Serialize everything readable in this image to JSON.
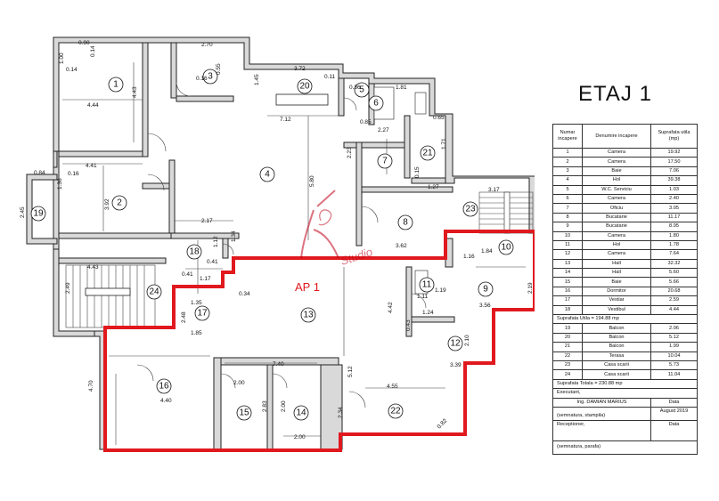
{
  "floor_title": "ETAJ 1",
  "apartment_label": "AP 1",
  "plan": {
    "room_numbers": [
      "1",
      "2",
      "3",
      "4",
      "5",
      "6",
      "7",
      "8",
      "9",
      "10",
      "11",
      "12",
      "13",
      "14",
      "15",
      "16",
      "17",
      "18",
      "19",
      "20",
      "21",
      "22",
      "23",
      "24"
    ],
    "dimensions": [
      "0.90",
      "2.70",
      "3.72",
      "1.81",
      "1.00",
      "0.14",
      "0.14",
      "4.43",
      "4.44",
      "0.16",
      "0.55",
      "0.11",
      "1.45",
      "0.36",
      "0.85",
      "2.27",
      "7.12",
      "0.65",
      "1.71",
      "4.41",
      "0.16",
      "0.84",
      "1.36",
      "2.45",
      "3.92",
      "2.23",
      "0.15",
      "1.27",
      "3.17",
      "5.80",
      "2.17",
      "1.12",
      "0.41",
      "1.34",
      "3.62",
      "1.16",
      "2.49",
      "0.41",
      "1.17",
      "0.34",
      "1.19",
      "1.84",
      "1.11",
      "1.24",
      "4.43",
      "2.48",
      "1.35",
      "1.85",
      "4.42",
      "3.56",
      "2.19",
      "0.43",
      "2.10",
      "7.40",
      "3.39",
      "5.12",
      "4.70",
      "4.40",
      "2.00",
      "2.83",
      "2.00",
      "2.34",
      "4.55",
      "2.00",
      "0.82"
    ]
  },
  "legend": {
    "headers": [
      "Numar incapere",
      "Denumire incapere",
      "Suprafata utila (mp)"
    ],
    "rooms": [
      {
        "no": "1",
        "name": "Camera",
        "area": "19.92"
      },
      {
        "no": "2",
        "name": "Camera",
        "area": "17.50"
      },
      {
        "no": "3",
        "name": "Baie",
        "area": "7.06"
      },
      {
        "no": "4",
        "name": "Hol",
        "area": "39.38"
      },
      {
        "no": "5",
        "name": "W.C. Serviciu",
        "area": "1.03"
      },
      {
        "no": "6",
        "name": "Camera",
        "area": "2.40"
      },
      {
        "no": "7",
        "name": "Oficiu",
        "area": "3.05"
      },
      {
        "no": "8",
        "name": "Bucatarie",
        "area": "11.17"
      },
      {
        "no": "9",
        "name": "Bucatarie",
        "area": "8.95"
      },
      {
        "no": "10",
        "name": "Camera",
        "area": "1.80"
      },
      {
        "no": "11",
        "name": "Hol",
        "area": "1.78"
      },
      {
        "no": "12",
        "name": "Camera",
        "area": "7.64"
      },
      {
        "no": "13",
        "name": "Hall",
        "area": "32.32"
      },
      {
        "no": "14",
        "name": "Hall",
        "area": "5.60"
      },
      {
        "no": "15",
        "name": "Baie",
        "area": "5.66"
      },
      {
        "no": "16",
        "name": "Dormitor",
        "area": "20.68"
      },
      {
        "no": "17",
        "name": "Vestiar",
        "area": "2.59"
      },
      {
        "no": "18",
        "name": "Vestibul",
        "area": "4.44"
      }
    ],
    "subtotal_util": "Suprafata Utila = 194.88 mp",
    "extras": [
      {
        "no": "19",
        "name": "Balcon",
        "area": "2.06"
      },
      {
        "no": "20",
        "name": "Balcon",
        "area": "5.12"
      },
      {
        "no": "21",
        "name": "Balcon",
        "area": "1.99"
      },
      {
        "no": "22",
        "name": "Terasa",
        "area": "10.04"
      },
      {
        "no": "23",
        "name": "Casa scarii",
        "area": "5.73"
      },
      {
        "no": "24",
        "name": "Casa scarii",
        "area": "11.04"
      }
    ],
    "total": "Suprafata Totala = 230.88 mp",
    "executant_label": "Executant,",
    "executant_name": "Ing. DAMIAN MARIUS",
    "date_label": "Data",
    "date_value": "August 2019",
    "sign_label": "(semnatura, stampila)",
    "receptioner_label": "Receptioner,",
    "receptioner_sign": "(semnatura, parafa)",
    "date_label_2": "Data"
  },
  "colors": {
    "apartment_outline": "#e0191e",
    "wall_fill": "#d9d9d9",
    "watermark": "#c0001a"
  }
}
